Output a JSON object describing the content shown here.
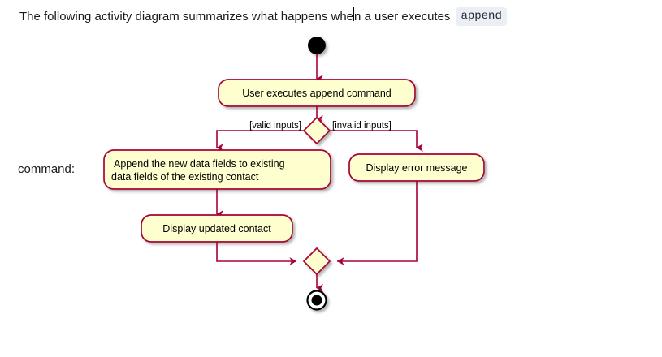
{
  "page": {
    "intro": {
      "text_before": "The following activity diagram summarizes what happens when a user executes",
      "code_token": "append",
      "caret_after_word": "when"
    },
    "side_label": "command:"
  },
  "diagram": {
    "type": "uml-activity-diagram",
    "colors": {
      "node_fill": "#FEFECE",
      "node_stroke": "#A80036",
      "arrow": "#A80036",
      "start_node": "#000000",
      "end_node_outer": "#000000",
      "end_node_inner": "#000000",
      "shadow": "#999999",
      "text": "#000000"
    },
    "start_node": {
      "name": "start",
      "shape": "filled-circle"
    },
    "activities": [
      {
        "id": "user-executes",
        "lines": [
          "User executes append command"
        ]
      },
      {
        "id": "append-fields",
        "lines": [
          "Append the new data fields to existing",
          "data fields of the existing contact"
        ]
      },
      {
        "id": "display-error",
        "lines": [
          "Display error message"
        ]
      },
      {
        "id": "display-updated",
        "lines": [
          "Display updated contact"
        ]
      }
    ],
    "decision": {
      "id": "inputs-valid",
      "shape": "diamond",
      "guards": [
        {
          "id": "valid",
          "label": "[valid inputs]",
          "branch": "left"
        },
        {
          "id": "invalid",
          "label": "[invalid inputs]",
          "branch": "right"
        }
      ]
    },
    "merge": {
      "id": "merge",
      "shape": "diamond"
    },
    "end_node": {
      "name": "end",
      "shape": "bullseye"
    }
  }
}
